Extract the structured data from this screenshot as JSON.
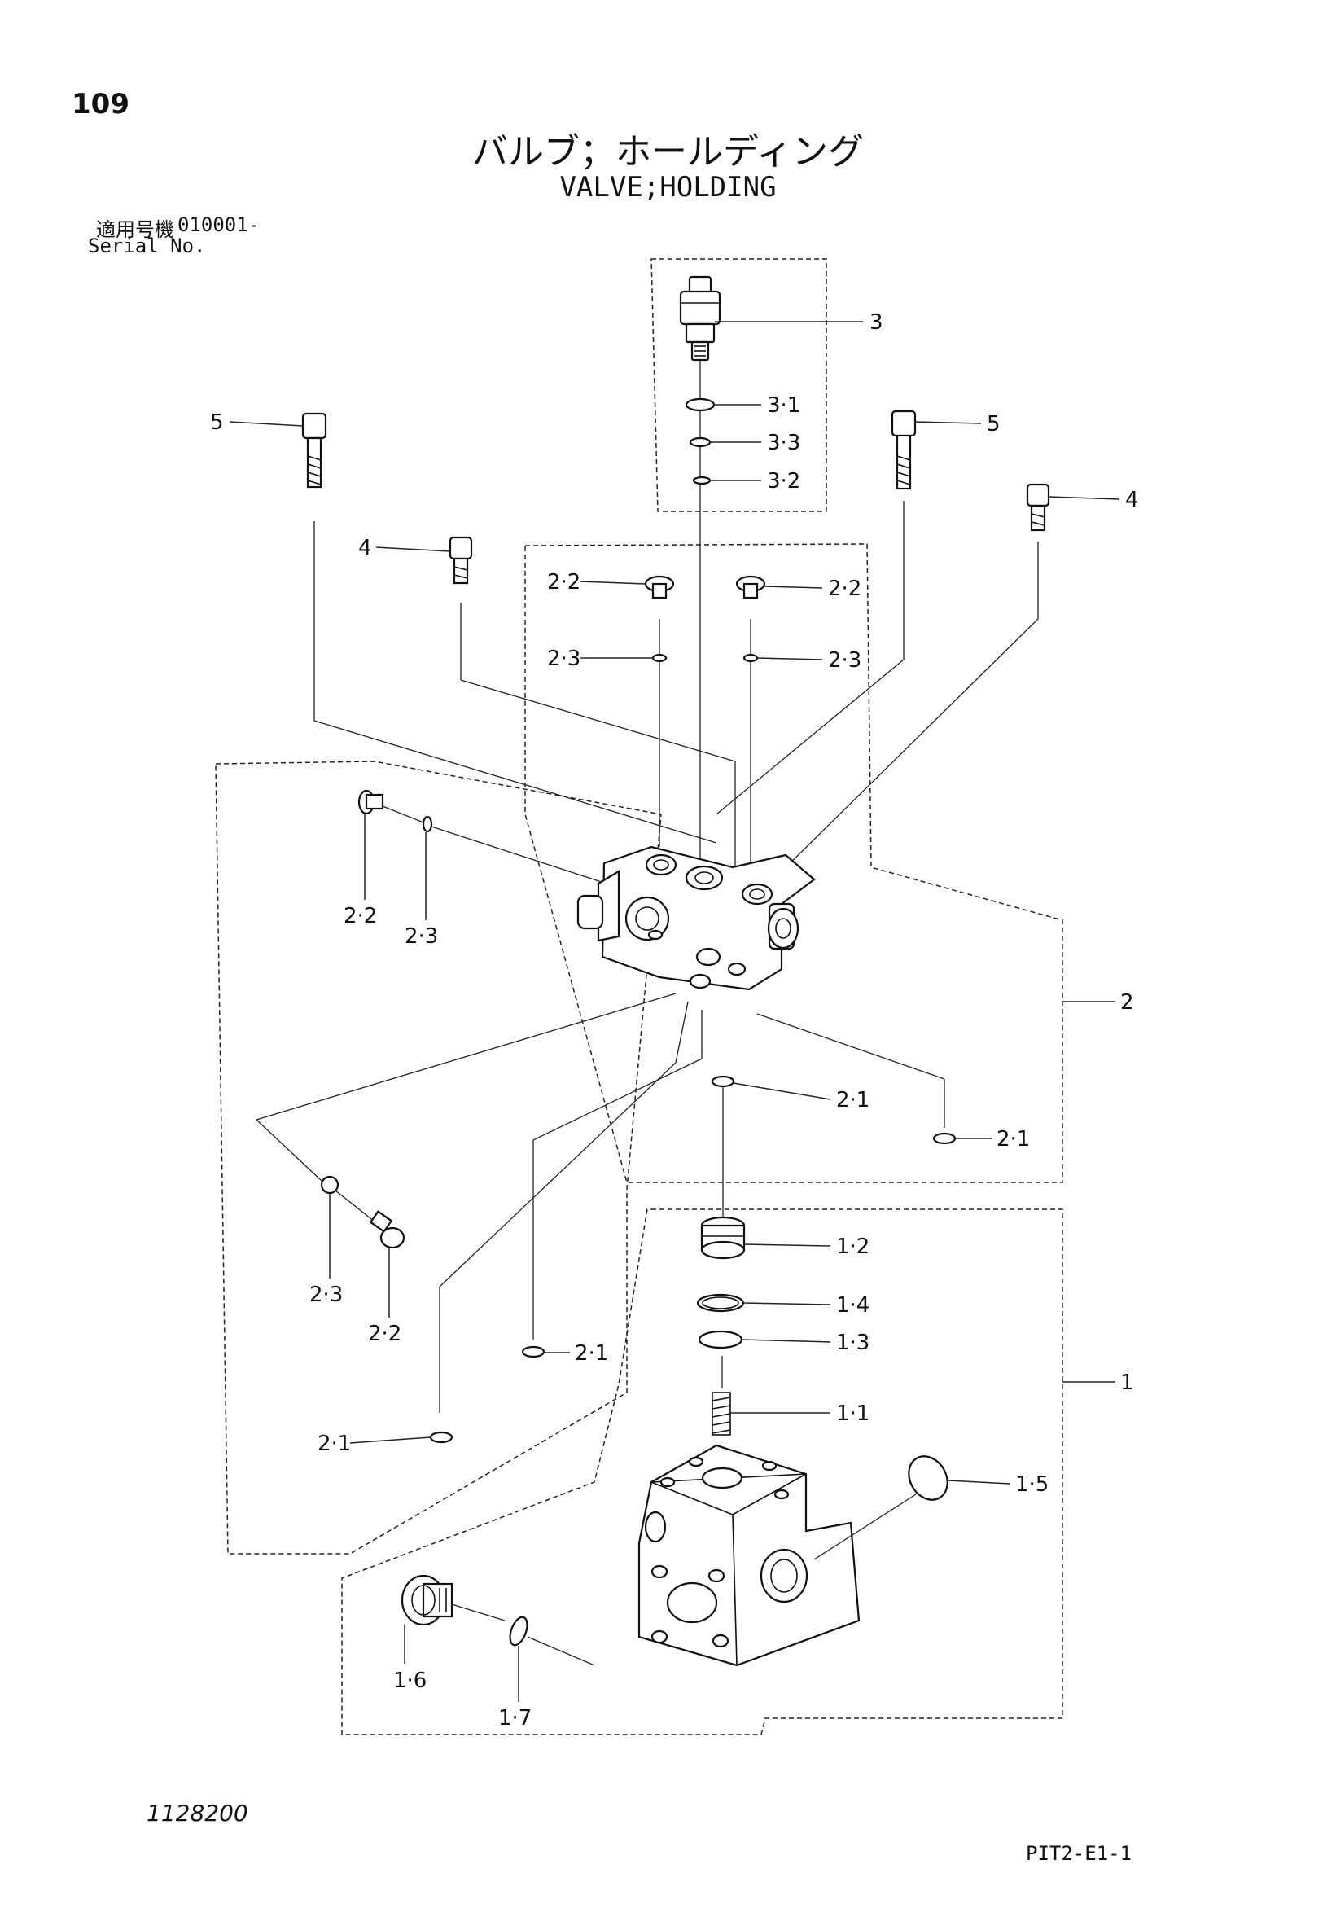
{
  "header": {
    "page_number": "109",
    "title_jp": "バルブ；ホールディング",
    "title_en": "VALVE;HOLDING",
    "serial_label_jp": "適用号機",
    "serial_value": "010001-",
    "serial_label_en": "Serial No."
  },
  "footer": {
    "drawing_number": "1128200",
    "page_code": "PIT2-E1-1"
  },
  "callouts": {
    "c3": "3",
    "c3_1": "3·1",
    "c3_3": "3·3",
    "c3_2": "3·2",
    "c5_left": "5",
    "c5_right": "5",
    "c4_left": "4",
    "c4_right": "4",
    "c2_2_a": "2·2",
    "c2_2_b": "2·2",
    "c2_3_a": "2·3",
    "c2_3_b": "2·3",
    "c2_2_c": "2·2",
    "c2_3_c": "2·3",
    "c2": "2",
    "c2_1_a": "2·1",
    "c2_1_b": "2·1",
    "c2_3_d": "2·3",
    "c2_2_d": "2·2",
    "c2_1_c": "2·1",
    "c2_1_d": "2·1",
    "c1_2": "1·2",
    "c1_4": "1·4",
    "c1_3": "1·3",
    "c1_1": "1·1",
    "c1": "1",
    "c1_5": "1·5",
    "c1_6": "1·6",
    "c1_7": "1·7"
  }
}
